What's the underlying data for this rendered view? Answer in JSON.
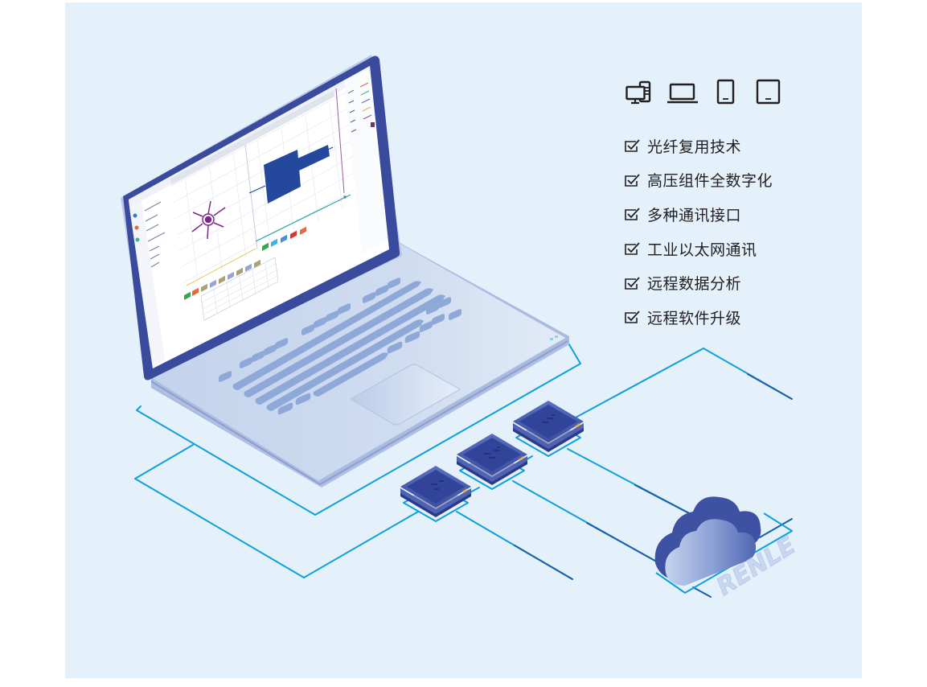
{
  "colors": {
    "background": "#e4f0fa",
    "line_cyan": "#0fa0dc",
    "line_dark": "#1a5fa8",
    "device_navy": "#3b4ea0",
    "laptop_body": "#c9d8ee",
    "key_color": "#8ea8d8",
    "screen_frame": "#3a4a9c",
    "text": "#231f20",
    "accent_yellow": "#f2b134"
  },
  "device_icons": [
    {
      "icon": "desktop-computer-icon"
    },
    {
      "icon": "laptop-icon"
    },
    {
      "icon": "phone-icon"
    },
    {
      "icon": "tablet-icon"
    }
  ],
  "features": [
    {
      "icon": "checkbox-checked-icon",
      "label": "光纤复用技术"
    },
    {
      "icon": "checkbox-checked-icon",
      "label": "高压组件全数字化"
    },
    {
      "icon": "checkbox-checked-icon",
      "label": "多种通讯接口"
    },
    {
      "icon": "checkbox-checked-icon",
      "label": "工业以太网通讯"
    },
    {
      "icon": "checkbox-checked-icon",
      "label": "远程数据分析"
    },
    {
      "icon": "checkbox-checked-icon",
      "label": "远程软件升级"
    }
  ],
  "cloud_brand": "RENLE"
}
